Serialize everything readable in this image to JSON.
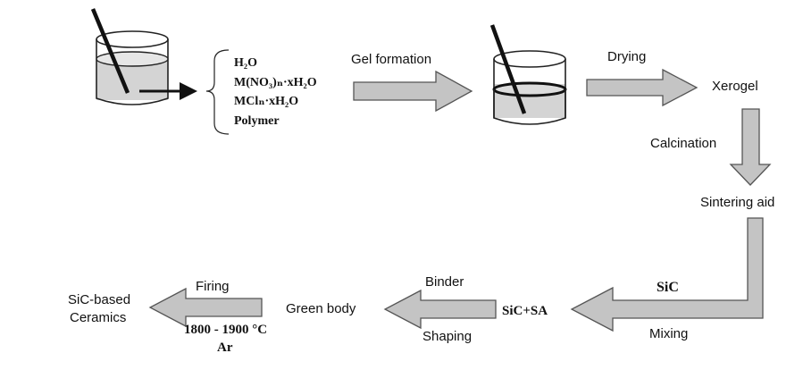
{
  "reagents": {
    "h2o": "H₂O",
    "nitrate": "M(NO₃)ₙ·xH₂O",
    "chloride": "MClₙ·xH₂O",
    "polymer": "Polymer"
  },
  "steps": {
    "gel_formation": "Gel formation",
    "drying": "Drying",
    "xerogel": "Xerogel",
    "calcination": "Calcination",
    "sintering_aid": "Sintering aid",
    "sic": "SiC",
    "mixing": "Mixing",
    "sic_sa": "SiC+SA",
    "binder": "Binder",
    "shaping": "Shaping",
    "green_body": "Green body",
    "firing": "Firing",
    "temperature": "1800 - 1900 °C",
    "atmosphere": "Ar",
    "product_line1": "SiC-based",
    "product_line2": "Ceramics"
  }
}
